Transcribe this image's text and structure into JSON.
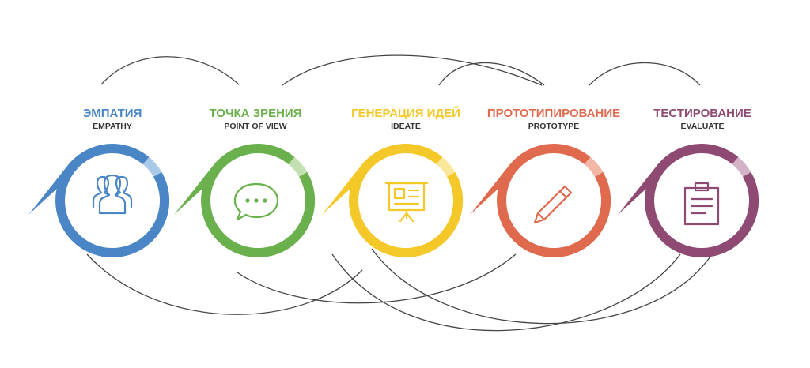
{
  "stages": [
    {
      "title": "ЭМПАТИЯ",
      "subtitle": "EMPATHY",
      "color": "#4a86c5",
      "light": "#a9c9e8",
      "icon": "people-icon"
    },
    {
      "title": "ТОЧКА ЗРЕНИЯ",
      "subtitle": "POINT OF VIEW",
      "color": "#6ab04c",
      "light": "#c3e0b0",
      "icon": "speech-bubble-icon"
    },
    {
      "title": "ГЕНЕРАЦИЯ ИДЕЙ",
      "subtitle": "IDEATE",
      "color": "#f5c829",
      "light": "#fae79a",
      "icon": "presentation-board-icon"
    },
    {
      "title": "ПРОТОТИПИРОВАНИЕ",
      "subtitle": "PROTOTYPE",
      "color": "#e06a4e",
      "light": "#f1b8a8",
      "icon": "pencil-icon"
    },
    {
      "title": "ТЕСТИРОВАНИЕ",
      "subtitle": "EVALUATE",
      "color": "#8e4a72",
      "light": "#d3b3c6",
      "icon": "clipboard-icon"
    }
  ],
  "connector_color": "#444444"
}
